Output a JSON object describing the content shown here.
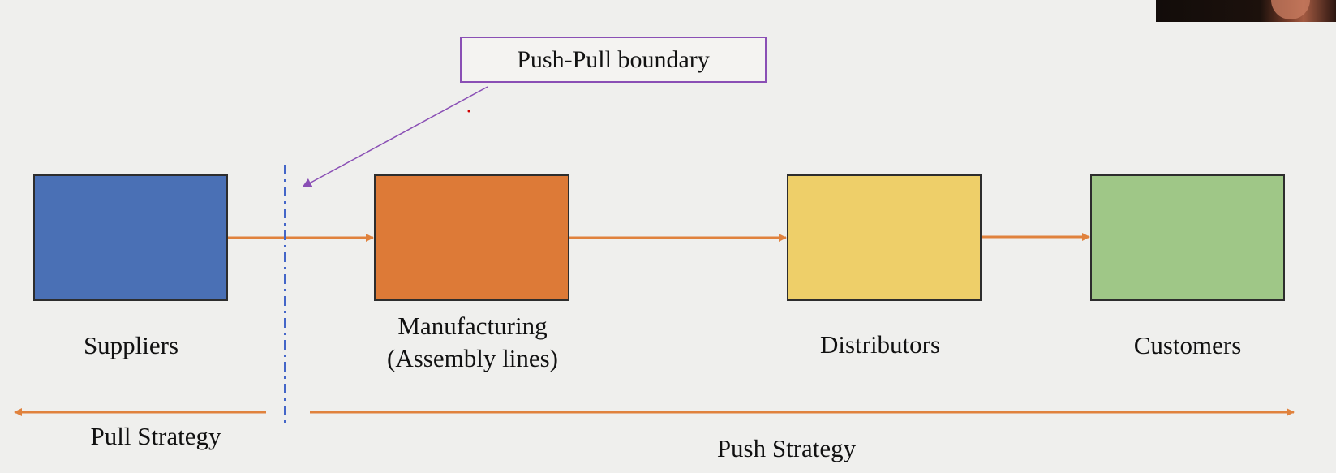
{
  "diagram": {
    "boundary_label": "Push-Pull boundary",
    "nodes": [
      {
        "id": "suppliers",
        "label": "Suppliers",
        "color": "#4a70b5"
      },
      {
        "id": "manufacturing",
        "label_line1": "Manufacturing",
        "label_line2": "(Assembly lines)",
        "color": "#dd7a37"
      },
      {
        "id": "distributors",
        "label": "Distributors",
        "color": "#eecf69"
      },
      {
        "id": "customers",
        "label": "Customers",
        "color": "#9fc787"
      }
    ],
    "strategies": {
      "pull": "Pull Strategy",
      "push": "Push Strategy"
    },
    "colors": {
      "flow_arrow": "#e0823d",
      "boundary_line": "#4466c8",
      "callout_border": "#8a4fb5",
      "box_border": "#2d2d2d"
    }
  }
}
